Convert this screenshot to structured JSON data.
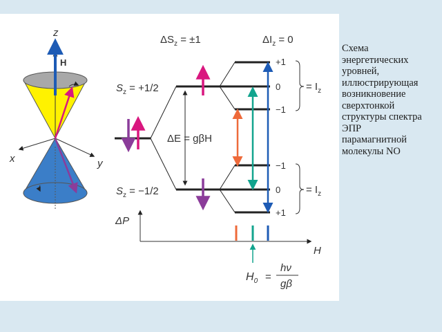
{
  "caption": "Схема\nэнергетических\nуровней,\nиллюстрирующая\nвозникновение\nсверхтонкой\nструктуры спектра\nЭПР\nпарамагнитной\nмолекулы NO",
  "cone": {
    "z_label": "z",
    "y_label": "y",
    "x_label": "x",
    "field_label": "H"
  },
  "headers": {
    "delta_s": "ΔS",
    "delta_s_sub": "z",
    "delta_s_value": " = ±1",
    "delta_i": "ΔI",
    "delta_i_sub": "z",
    "delta_i_value": " = 0"
  },
  "levels": {
    "upper_S": "S",
    "upper_S_sub": "z",
    "upper_S_value": " = +1/2",
    "lower_S": "S",
    "lower_S_sub": "z",
    "lower_S_value": " = −1/2",
    "gap": "ΔE = gβH",
    "upper_I": [
      "+1",
      "0",
      "−1"
    ],
    "lower_I": [
      "−1",
      "0",
      "+1"
    ],
    "iz_label": "= I",
    "iz_sub": "z"
  },
  "spectrum": {
    "y_label": "ΔP",
    "x_label": "H",
    "h0": "H",
    "h0_sub": "0",
    "eq": "=",
    "num": "hν",
    "den": "gβ"
  },
  "colors": {
    "magenta": "#d9177f",
    "purple": "#8b3c9a",
    "orange": "#ee6a3a",
    "teal": "#12a48e",
    "blue": "#1d5bb5",
    "yellow": "#fff200",
    "cone_blue": "#3b7ec8"
  }
}
